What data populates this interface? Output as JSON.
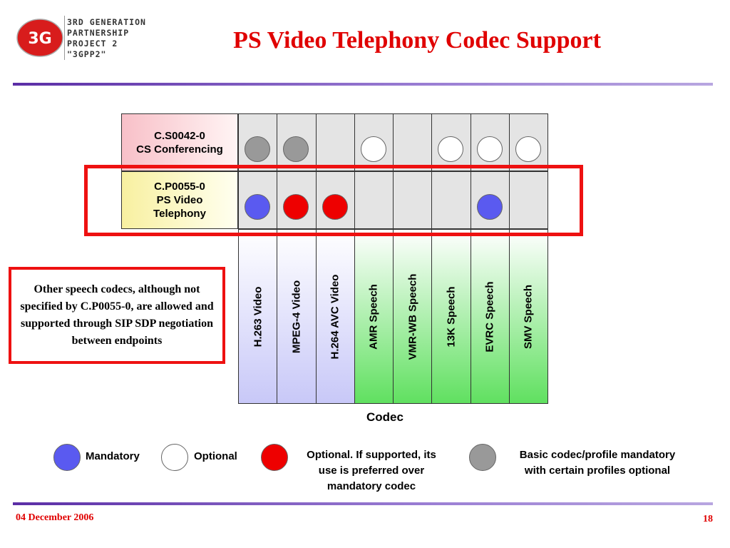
{
  "logo": {
    "mark": "3G",
    "lines": [
      "3RD GENERATION",
      "PARTNERSHIP",
      "PROJECT 2",
      "\"3GPP2\""
    ]
  },
  "title": "PS Video Telephony Codec Support",
  "specs": [
    {
      "line1": "C.S0042-0",
      "line2": "CS Conferencing",
      "line3": ""
    },
    {
      "line1": "C.P0055-0",
      "line2": "PS Video",
      "line3": "Telephony"
    }
  ],
  "codecs": [
    "H.263 Video",
    "MPEG-4 Video",
    "H.264 AVC Video",
    "AMR Speech",
    "VMR-WB Speech",
    "13K Speech",
    "EVRC Speech",
    "SMV Speech"
  ],
  "support": [
    [
      "basic",
      "basic",
      "none",
      "optional",
      "none",
      "optional",
      "optional",
      "optional"
    ],
    [
      "mandatory",
      "preferred",
      "preferred",
      "none",
      "none",
      "none",
      "mandatory",
      "none"
    ]
  ],
  "codec_axis_label": "Codec",
  "note": "Other speech codecs, although not specified by C.P0055-0, are allowed and supported through SIP SDP negotiation between endpoints",
  "legend": {
    "mandatory": "Mandatory",
    "optional": "Optional",
    "preferred_line1": "Optional. If supported, its",
    "preferred_line2": "use is preferred over",
    "preferred_line3": "mandatory codec",
    "basic_line1": "Basic codec/profile mandatory",
    "basic_line2": "with certain profiles optional"
  },
  "colors": {
    "mandatory": "#5a5af0",
    "optional": "#ffffff",
    "preferred": "#ee0000",
    "basic": "#999999",
    "video_column": "#c8c8f8",
    "speech_column": "#60e060",
    "title": "#e00000"
  },
  "footer": {
    "date": "04 December 2006",
    "page": "18"
  }
}
